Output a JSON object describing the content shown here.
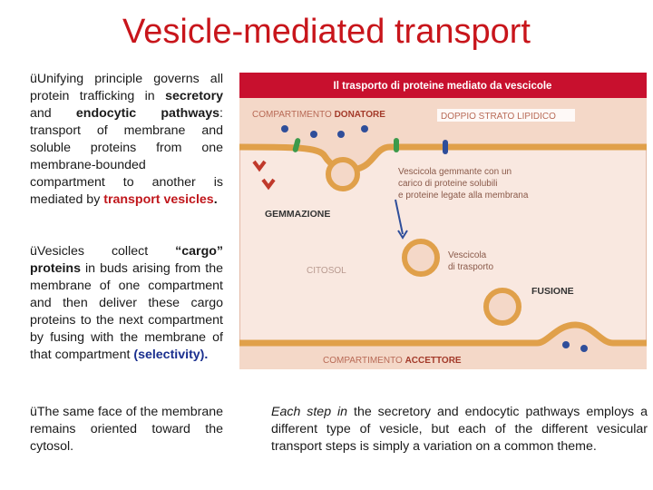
{
  "title": "Vesicle-mediated transport",
  "bullet_mark": "ü",
  "p1": {
    "a": "Unifying principle governs all protein trafficking in ",
    "b": "secretory",
    "c": " and ",
    "d": "endocytic pathways",
    "e": ": transport of membrane and soluble proteins from one membrane-bounded compartment to another is mediated by ",
    "f": "transport vesicles",
    "g": "."
  },
  "p2": {
    "a": "Vesicles collect ",
    "b": "“cargo” proteins",
    "c": " in buds arising from the membrane of one compartment and then deliver these cargo proteins to the next compartment by fusing with the membrane of that compartment ",
    "d": "(selectivity)."
  },
  "p3": "The same face of the membrane remains oriented toward the cytosol.",
  "note": {
    "a": "Each step in",
    "b": " the secretory and endocytic pathways employs a different type of vesicle, but each of the different vesicular transport steps is simply a variation on a common theme."
  },
  "figure": {
    "header": "Il trasporto di proteine mediato da vescicole",
    "donor_a": "COMPARTIMENTO ",
    "donor_b": "DONATORE",
    "bilayer": "DOPPIO STRATO LIPIDICO",
    "budding_note_1": "Vescicola gemmante con un",
    "budding_note_2": "carico di proteine solubili",
    "budding_note_3": "e proteine legate alla membrana",
    "budding": "GEMMAZIONE",
    "cytosol": "CITOSOL",
    "vesicle_1": "Vescicola",
    "vesicle_2": "di trasporto",
    "fusion": "FUSIONE",
    "acceptor_a": "COMPARTIMENTO ",
    "acceptor_b": "ACCETTORE",
    "colors": {
      "header_bg": "#c8102e",
      "compartment": "#f4d8c8",
      "cytosol": "#f9e8e0",
      "membrane": "#e0a04a",
      "protein_red": "#c0392b",
      "protein_blue": "#2f4e9a",
      "protein_green": "#3c9a4b"
    }
  }
}
